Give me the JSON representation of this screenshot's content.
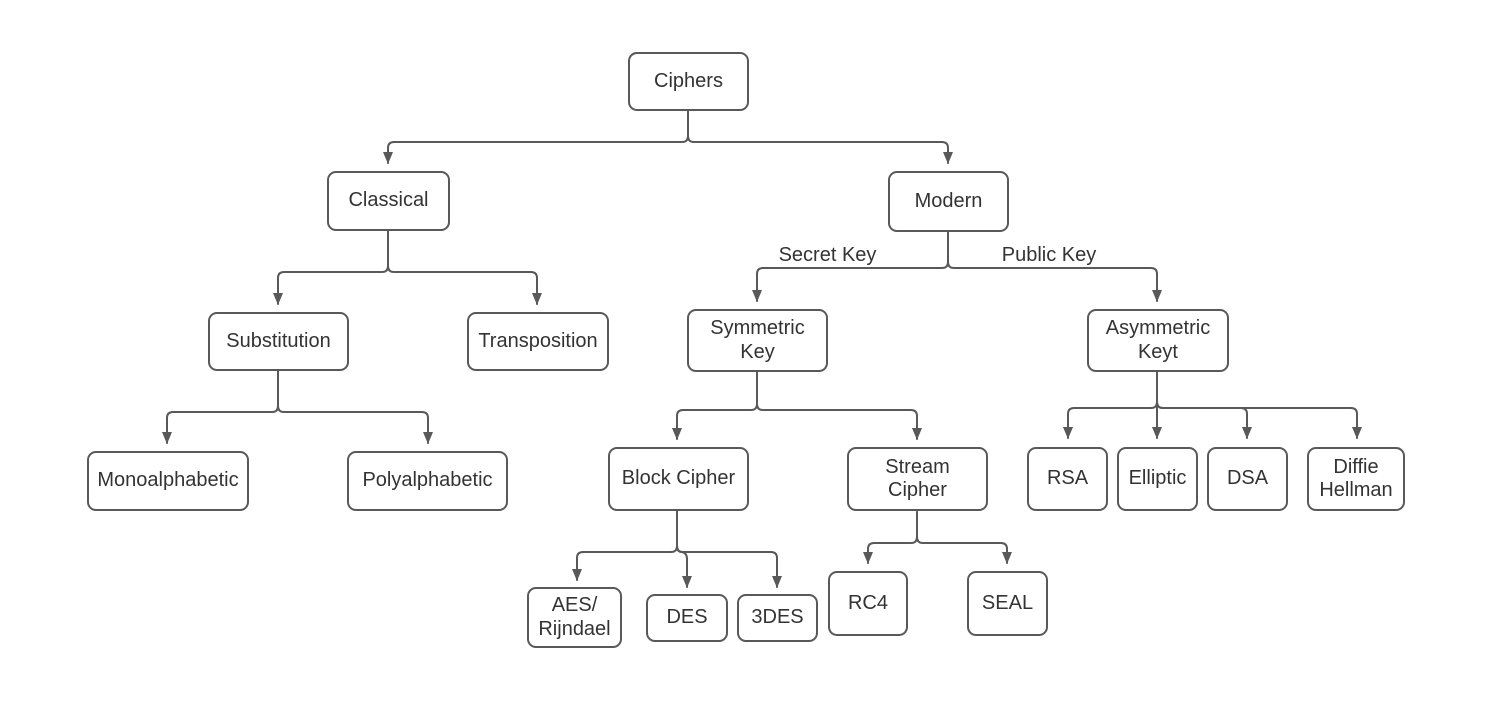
{
  "colors": {
    "background": "#ffffff",
    "line": "#595959",
    "node_border": "#595959",
    "node_fill": "#ffffff",
    "text": "#333333"
  },
  "nodes": [
    {
      "id": "ciphers",
      "label": "Ciphers"
    },
    {
      "id": "classical",
      "label": "Classical"
    },
    {
      "id": "modern",
      "label": "Modern"
    },
    {
      "id": "substitution",
      "label": "Substitution"
    },
    {
      "id": "transposition",
      "label": "Transposition"
    },
    {
      "id": "symmetric-key",
      "label": "Symmetric\nKey"
    },
    {
      "id": "asymmetric-key",
      "label": "Asymmetric\nKeyt"
    },
    {
      "id": "monoalphabetic",
      "label": "Monoalphabetic"
    },
    {
      "id": "polyalphabetic",
      "label": "Polyalphabetic"
    },
    {
      "id": "block-cipher",
      "label": "Block Cipher"
    },
    {
      "id": "stream-cipher",
      "label": "Stream\nCipher"
    },
    {
      "id": "rsa",
      "label": "RSA"
    },
    {
      "id": "elliptic",
      "label": "Elliptic"
    },
    {
      "id": "dsa",
      "label": "DSA"
    },
    {
      "id": "diffie-hellman",
      "label": "Diffie\nHellman"
    },
    {
      "id": "aes-rijndael",
      "label": "AES/\nRijndael"
    },
    {
      "id": "des",
      "label": "DES"
    },
    {
      "id": "3des",
      "label": "3DES"
    },
    {
      "id": "rc4",
      "label": "RC4"
    },
    {
      "id": "seal",
      "label": "SEAL"
    }
  ],
  "edge_labels": {
    "secret_key": "Secret Key",
    "public_key": "Public Key"
  },
  "edges": [
    {
      "from": "Ciphers",
      "to": "Classical"
    },
    {
      "from": "Ciphers",
      "to": "Modern"
    },
    {
      "from": "Classical",
      "to": "Substitution"
    },
    {
      "from": "Classical",
      "to": "Transposition"
    },
    {
      "from": "Modern",
      "to": "Symmetric Key",
      "label": "Secret Key"
    },
    {
      "from": "Modern",
      "to": "Asymmetric Keyt",
      "label": "Public Key"
    },
    {
      "from": "Substitution",
      "to": "Monoalphabetic"
    },
    {
      "from": "Substitution",
      "to": "Polyalphabetic"
    },
    {
      "from": "Symmetric Key",
      "to": "Block Cipher"
    },
    {
      "from": "Symmetric Key",
      "to": "Stream Cipher"
    },
    {
      "from": "Asymmetric Keyt",
      "to": "RSA"
    },
    {
      "from": "Asymmetric Keyt",
      "to": "Elliptic"
    },
    {
      "from": "Asymmetric Keyt",
      "to": "DSA"
    },
    {
      "from": "Asymmetric Keyt",
      "to": "Diffie Hellman"
    },
    {
      "from": "Block Cipher",
      "to": "AES/Rijndael"
    },
    {
      "from": "Block Cipher",
      "to": "DES"
    },
    {
      "from": "Block Cipher",
      "to": "3DES"
    },
    {
      "from": "Stream Cipher",
      "to": "RC4"
    },
    {
      "from": "Stream Cipher",
      "to": "SEAL"
    }
  ]
}
